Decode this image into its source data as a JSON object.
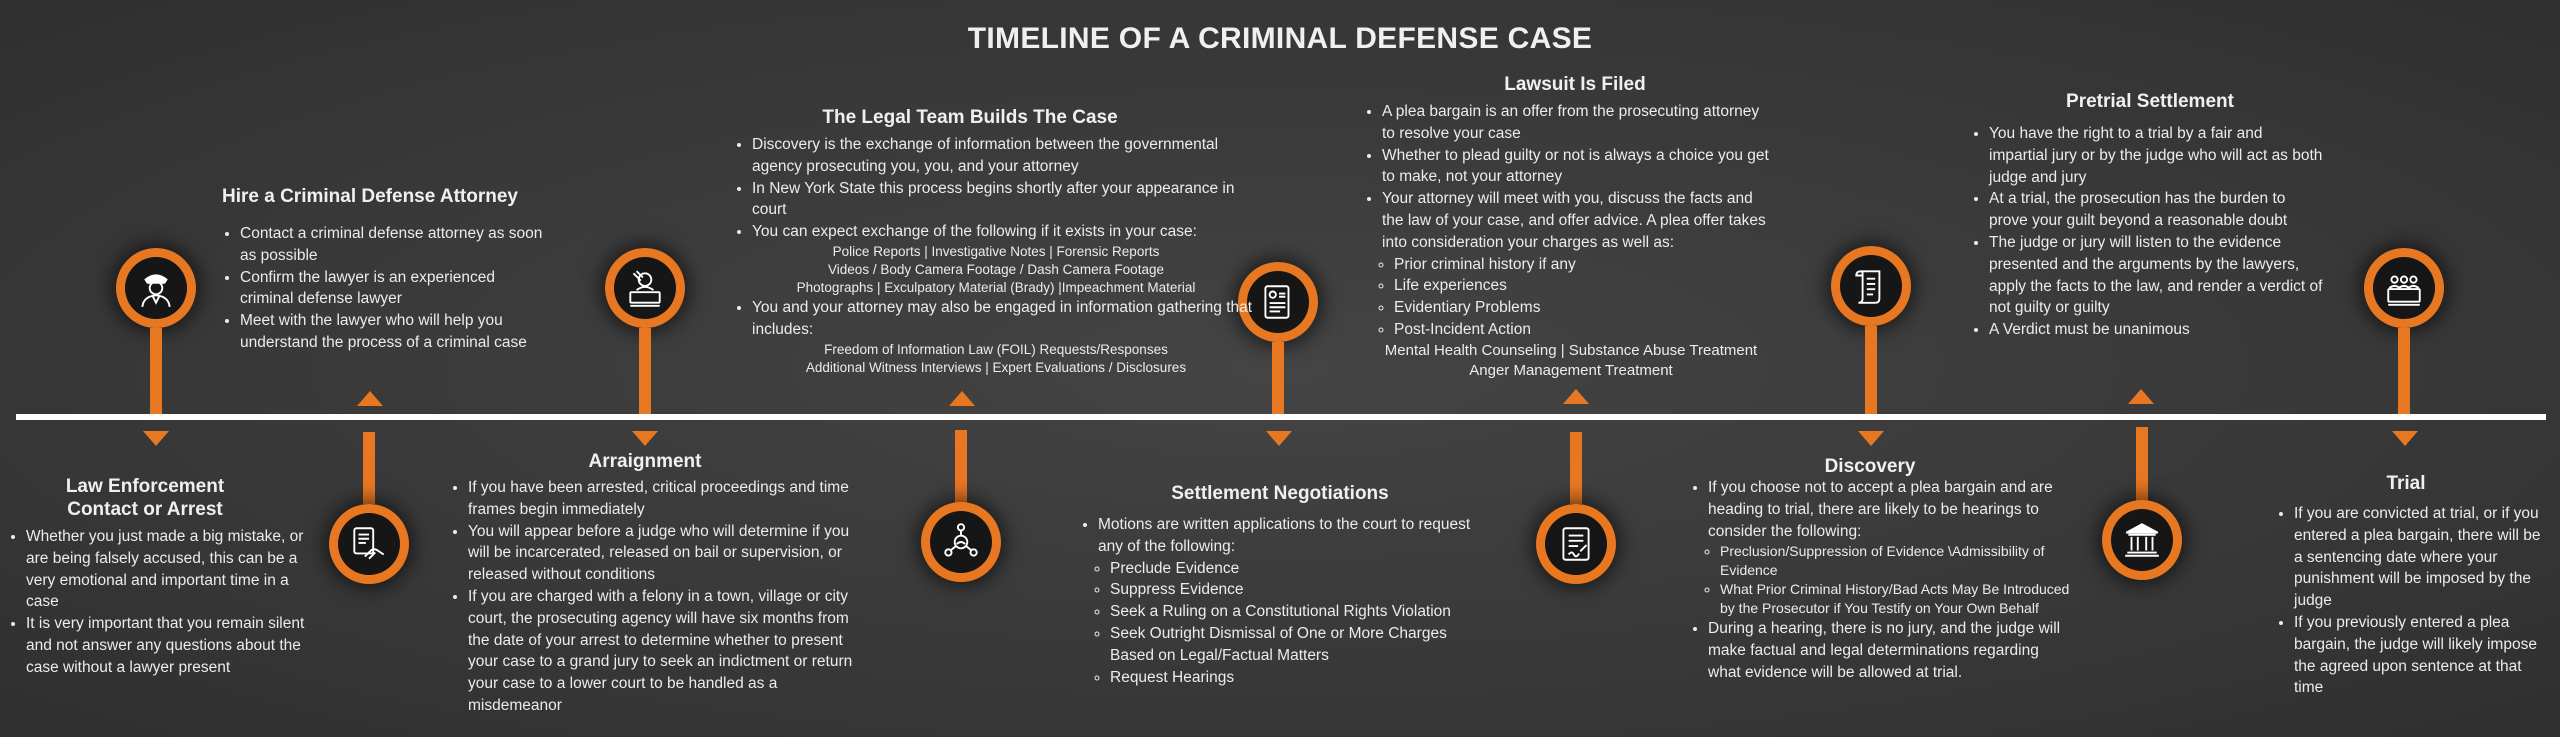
{
  "title": "TIMELINE OF A CRIMINAL DEFENSE CASE",
  "colors": {
    "accent": "#e87722",
    "background": "#3b3b3b",
    "text": "#f0f0f0"
  },
  "stages": {
    "law_enforcement": {
      "heading": "Law Enforcement\nContact or Arrest",
      "icon": "police-officer-icon",
      "bullets": [
        "Whether you just made a big mistake, or are being falsely accused, this can be a very emotional and important time in a case",
        "It is very important that you remain silent and not answer any questions about the case without a lawyer present"
      ]
    },
    "hire_attorney": {
      "heading": "Hire a Criminal Defense Attorney",
      "icon": "handshake-document-icon",
      "bullets": [
        "Contact a criminal defense attorney as soon as possible",
        "Confirm the lawyer is an experienced criminal defense lawyer",
        "Meet with the lawyer who will help you understand the process of a criminal case"
      ]
    },
    "arraignment": {
      "heading": "Arraignment",
      "icon": "judge-gavel-icon",
      "bullets": [
        "If you have been arrested, critical proceedings and time frames begin immediately",
        "You will appear before a judge who will determine if you will be incarcerated, released on bail or supervision, or released without conditions",
        "If you are charged with a felony in a town, village or city court, the prosecuting agency will have six months from the date of your arrest to determine whether to present your case to a grand jury to seek an indictment or return your case to a lower court to be handled as a misdemeanor"
      ]
    },
    "legal_team": {
      "heading": "The Legal Team Builds The Case",
      "icon": "team-network-icon",
      "bullets_a": [
        "Discovery is the exchange of information between the governmental agency prosecuting you, you, and your attorney",
        "In New York State this process begins shortly after your appearance in court",
        "You can expect exchange of the following if it exists in your case:"
      ],
      "centered_a": [
        "Police Reports | Investigative Notes | Forensic Reports",
        "Videos / Body Camera Footage / Dash Camera Footage",
        "Photographs | Exculpatory Material (Brady) |Impeachment Material"
      ],
      "bullets_b": [
        "You and your attorney may also be engaged in information gathering that includes:"
      ],
      "centered_b": [
        "Freedom of Information Law (FOIL) Requests/Responses",
        "Additional Witness Interviews | Expert Evaluations / Disclosures"
      ]
    },
    "settlement": {
      "heading": "Settlement Negotiations",
      "icon": "legal-document-icon",
      "bullets": [
        "Motions are written applications to the court to request any of the following:"
      ],
      "sub_bullets": [
        "Preclude Evidence",
        "Suppress Evidence",
        "Seek a Ruling on a Constitutional Rights Violation",
        "Seek Outright Dismissal of One or More Charges Based on Legal/Factual Matters",
        "Request Hearings"
      ]
    },
    "lawsuit": {
      "heading": "Lawsuit Is Filed",
      "icon": "signed-document-icon",
      "bullets_a": [
        "A plea bargain is an offer from the prosecuting attorney to resolve your case",
        "Whether to plead guilty or not is always a choice you get to make, not your attorney",
        "Your attorney will meet with you, discuss the facts and the law of your case, and offer advice. A plea offer takes into consideration your charges as well as:"
      ],
      "sub_bullets": [
        "Prior criminal history if any",
        "Life experiences",
        "Evidentiary Problems",
        "Post-Incident Action"
      ],
      "centered": [
        "Mental Health Counseling  | Substance Abuse Treatment",
        "Anger Management Treatment"
      ]
    },
    "discovery": {
      "heading": "Discovery",
      "icon": "scroll-document-icon",
      "bullets_a": [
        "If you choose not to accept a plea bargain and are heading to trial, there are likely to be hearings to consider the following:"
      ],
      "sub_bullets": [
        "Preclusion/Suppression of Evidence \\Admissibility of Evidence",
        "What Prior Criminal History/Bad Acts May Be Introduced by the Prosecutor if You Testify on Your Own Behalf"
      ],
      "bullets_b": [
        "During a hearing, there is no jury, and the judge will make factual and legal determinations regarding what evidence will be allowed at trial."
      ]
    },
    "pretrial": {
      "heading": "Pretrial Settlement",
      "icon": "courthouse-icon",
      "bullets": [
        "You have the right to a trial by a fair and impartial jury or by the judge who will act as both judge and jury",
        "At a trial, the prosecution has the burden to prove your guilt beyond a reasonable doubt",
        "The judge or jury will listen to the evidence presented and the arguments by the lawyers, apply the facts to the law, and render a verdict of not guilty or guilty",
        "A Verdict must be unanimous"
      ]
    },
    "trial": {
      "heading": "Trial",
      "icon": "jury-box-icon",
      "bullets": [
        "If you are convicted at trial, or if you entered a plea bargain, there will be a sentencing date where your punishment will be imposed by the judge",
        "If you previously entered a plea bargain, the judge will likely impose the agreed upon sentence at that time"
      ]
    }
  }
}
